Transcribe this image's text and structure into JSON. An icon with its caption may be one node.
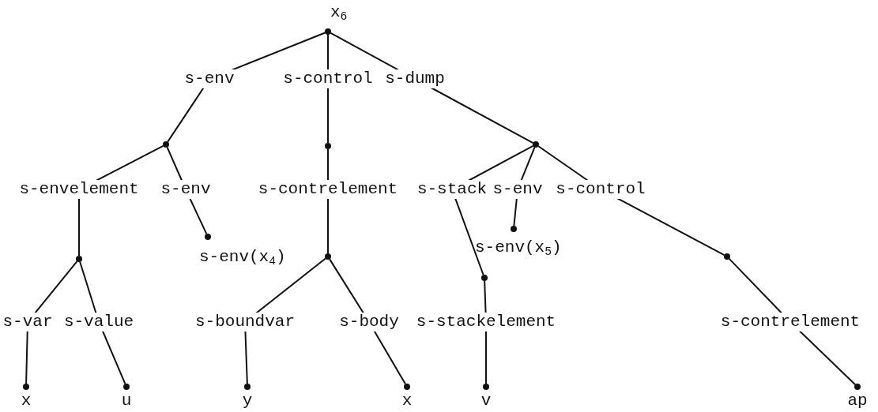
{
  "diagram": {
    "nodes": [
      {
        "text": [],
        "shape": "circle",
        "beside": [
          "x$_{6}$"
        ]
      },
      {
        "text": [],
        "shape": "circle"
      },
      {
        "text": [],
        "shape": "circle"
      },
      {
        "text": [],
        "shape": "circle"
      },
      {
        "text": [],
        "shape": "circle"
      },
      {
        "text": [],
        "shape": "circle",
        "beside": [
          "s-env(x$_{4}$)"
        ]
      },
      {
        "text": [],
        "shape": "circle"
      },
      {
        "text": [],
        "shape": "circle"
      },
      {
        "text": [],
        "shape": "circle",
        "beside": [
          "s-env(x$_{5}$)"
        ]
      },
      {
        "text": [],
        "shape": "circle"
      },
      {
        "text": [],
        "shape": "circle",
        "beside": [
          "x"
        ]
      },
      {
        "text": [],
        "shape": "circle",
        "beside": [
          "u"
        ]
      },
      {
        "text": [],
        "shape": "circle",
        "beside": [
          "y"
        ]
      },
      {
        "text": [],
        "shape": "circle",
        "beside": [
          "x"
        ]
      },
      {
        "text": [],
        "shape": "circle",
        "beside": [
          "v"
        ]
      },
      {
        "text": [],
        "shape": "circle",
        "beside": [
          "ap"
        ]
      }
    ],
    "edges": [
      {
        "from": 0,
        "to": 1,
        "arrow": "none",
        "label": "s-env"
      },
      {
        "from": 0,
        "to": 2,
        "arrow": "none",
        "label": "s-control"
      },
      {
        "from": 0,
        "to": 3,
        "arrow": "none",
        "label": "s-dump"
      },
      {
        "from": 1,
        "to": 4,
        "arrow": "none",
        "label": "s-envelement"
      },
      {
        "from": 1,
        "to": 5,
        "arrow": "none",
        "label": "s-env"
      },
      {
        "from": 2,
        "to": 6,
        "arrow": "none",
        "label": "s-contrelement"
      },
      {
        "from": 3,
        "to": 7,
        "arrow": "none",
        "label": "s-stack"
      },
      {
        "from": 3,
        "to": 8,
        "arrow": "none",
        "label": "s-env"
      },
      {
        "from": 3,
        "to": 9,
        "arrow": "none",
        "label": "s-control"
      },
      {
        "from": 4,
        "to": 10,
        "arrow": "none",
        "label": "s-var"
      },
      {
        "from": 4,
        "to": 11,
        "arrow": "none",
        "label": "s-value"
      },
      {
        "from": 6,
        "to": 12,
        "arrow": "none",
        "label": "s-boundvar"
      },
      {
        "from": 6,
        "to": 13,
        "arrow": "none",
        "label": "s-body"
      },
      {
        "from": 7,
        "to": 14,
        "arrow": "none",
        "label": "s-stackelement"
      },
      {
        "from": 9,
        "to": 15,
        "arrow": "none",
        "label": "s-contrelement"
      }
    ]
  }
}
